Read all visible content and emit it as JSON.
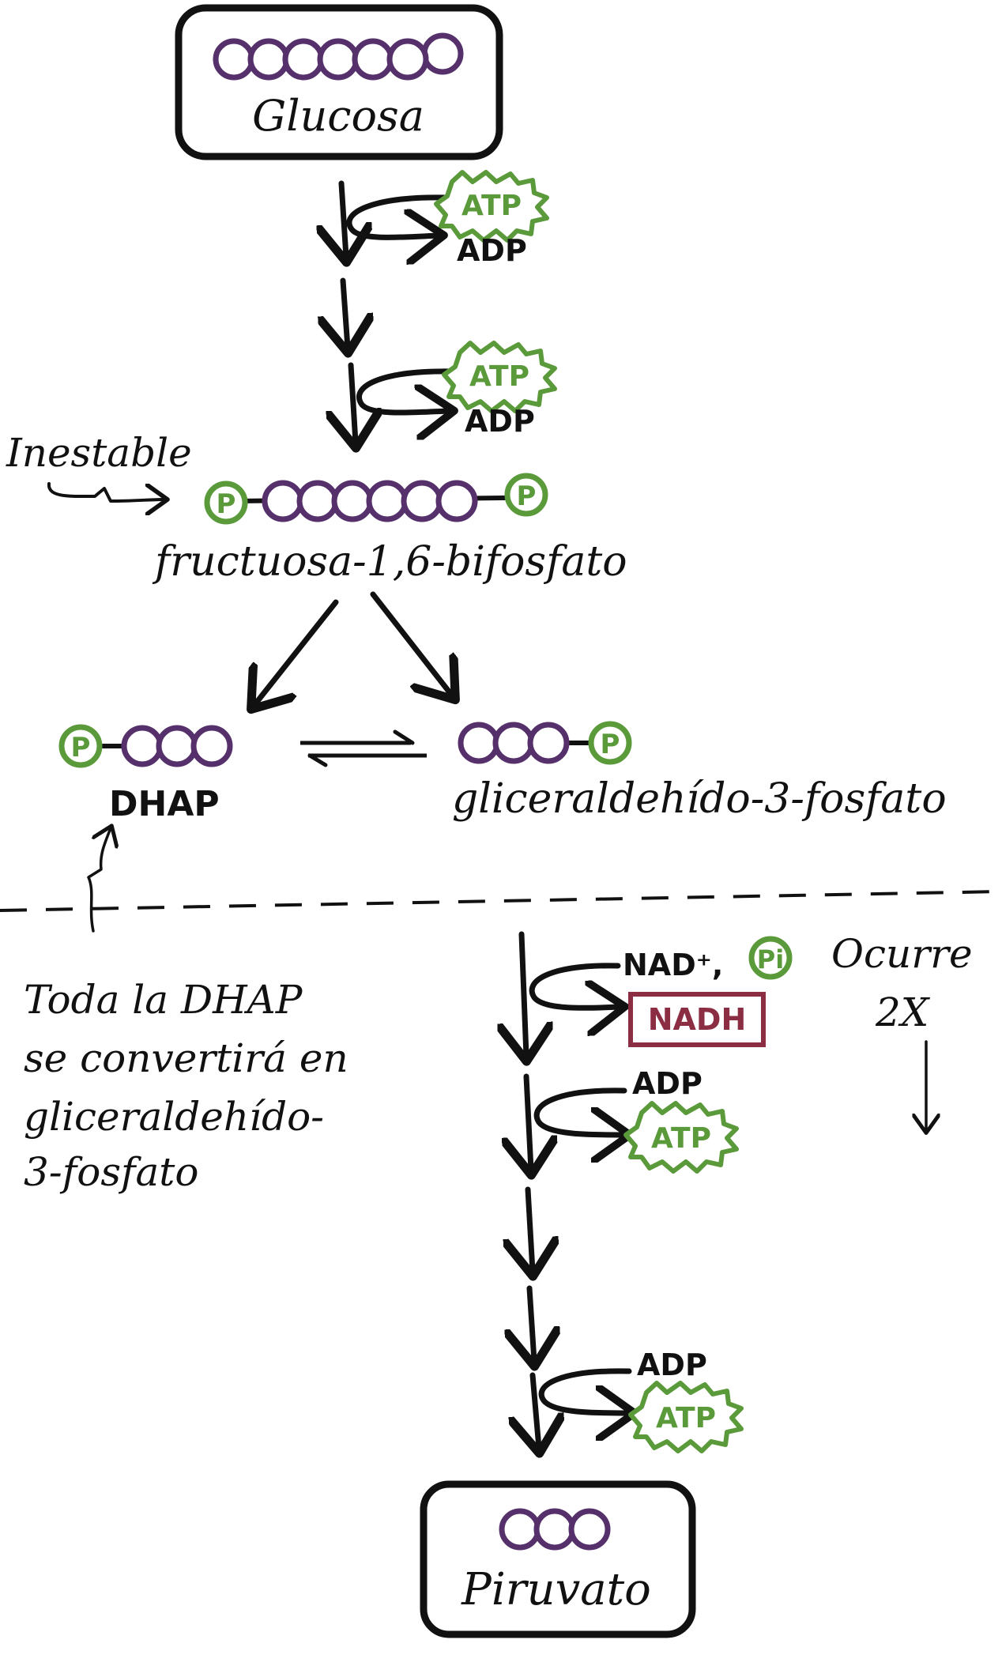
{
  "colors": {
    "carbon": "#55306b",
    "phosphate": "#5a9a3a",
    "nadh": "#8b2d43",
    "ink": "#111111"
  },
  "molecules": {
    "glucose": "Glucosa",
    "fructose_bp": "fructuosa-1,6-bifosfato",
    "dhap": "DHAP",
    "g3p": "gliceraldehído-3-fosfato",
    "pyruvate": "Piruvato"
  },
  "labels": {
    "unstable": "Inestable",
    "occurs_line1": "Ocurre",
    "occurs_line2": "2X",
    "note_line1": "Toda la DHAP",
    "note_line2": "se convertirá en",
    "note_line3": "gliceraldehído-",
    "note_line4": "3-fosfato"
  },
  "cofactors": {
    "atp": "ATP",
    "adp": "ADP",
    "nad_plus": "NAD⁺,",
    "pi": "Pi",
    "nadh": "NADH",
    "phosphate": "P"
  },
  "icons": [
    "carbon-chain-icon",
    "phosphate-icon",
    "atp-burst-icon",
    "nadh-box-icon",
    "arrow-icon"
  ]
}
